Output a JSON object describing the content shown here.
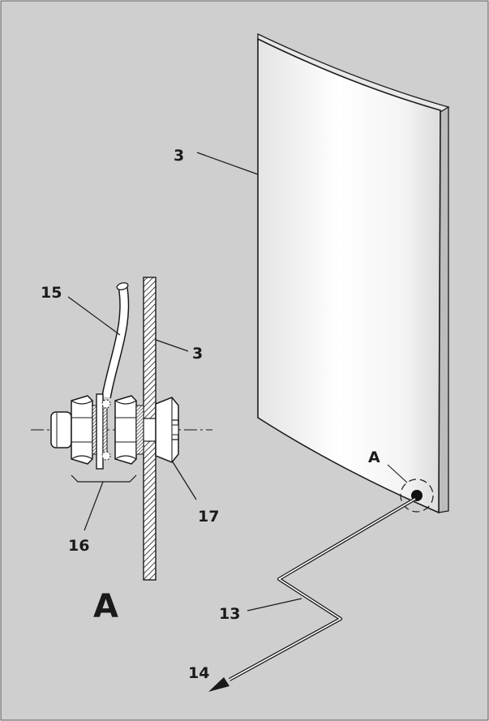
{
  "figure": {
    "background": "#cfcfcf",
    "line_color": "#1a1a1a",
    "labels": {
      "plate": "3",
      "plate_detail": "3",
      "cable": "15",
      "nut_group": "16",
      "bolt": "17",
      "ground_wire": "13",
      "ground_end": "14",
      "detail_marker": "A",
      "detail_title": "A"
    }
  }
}
